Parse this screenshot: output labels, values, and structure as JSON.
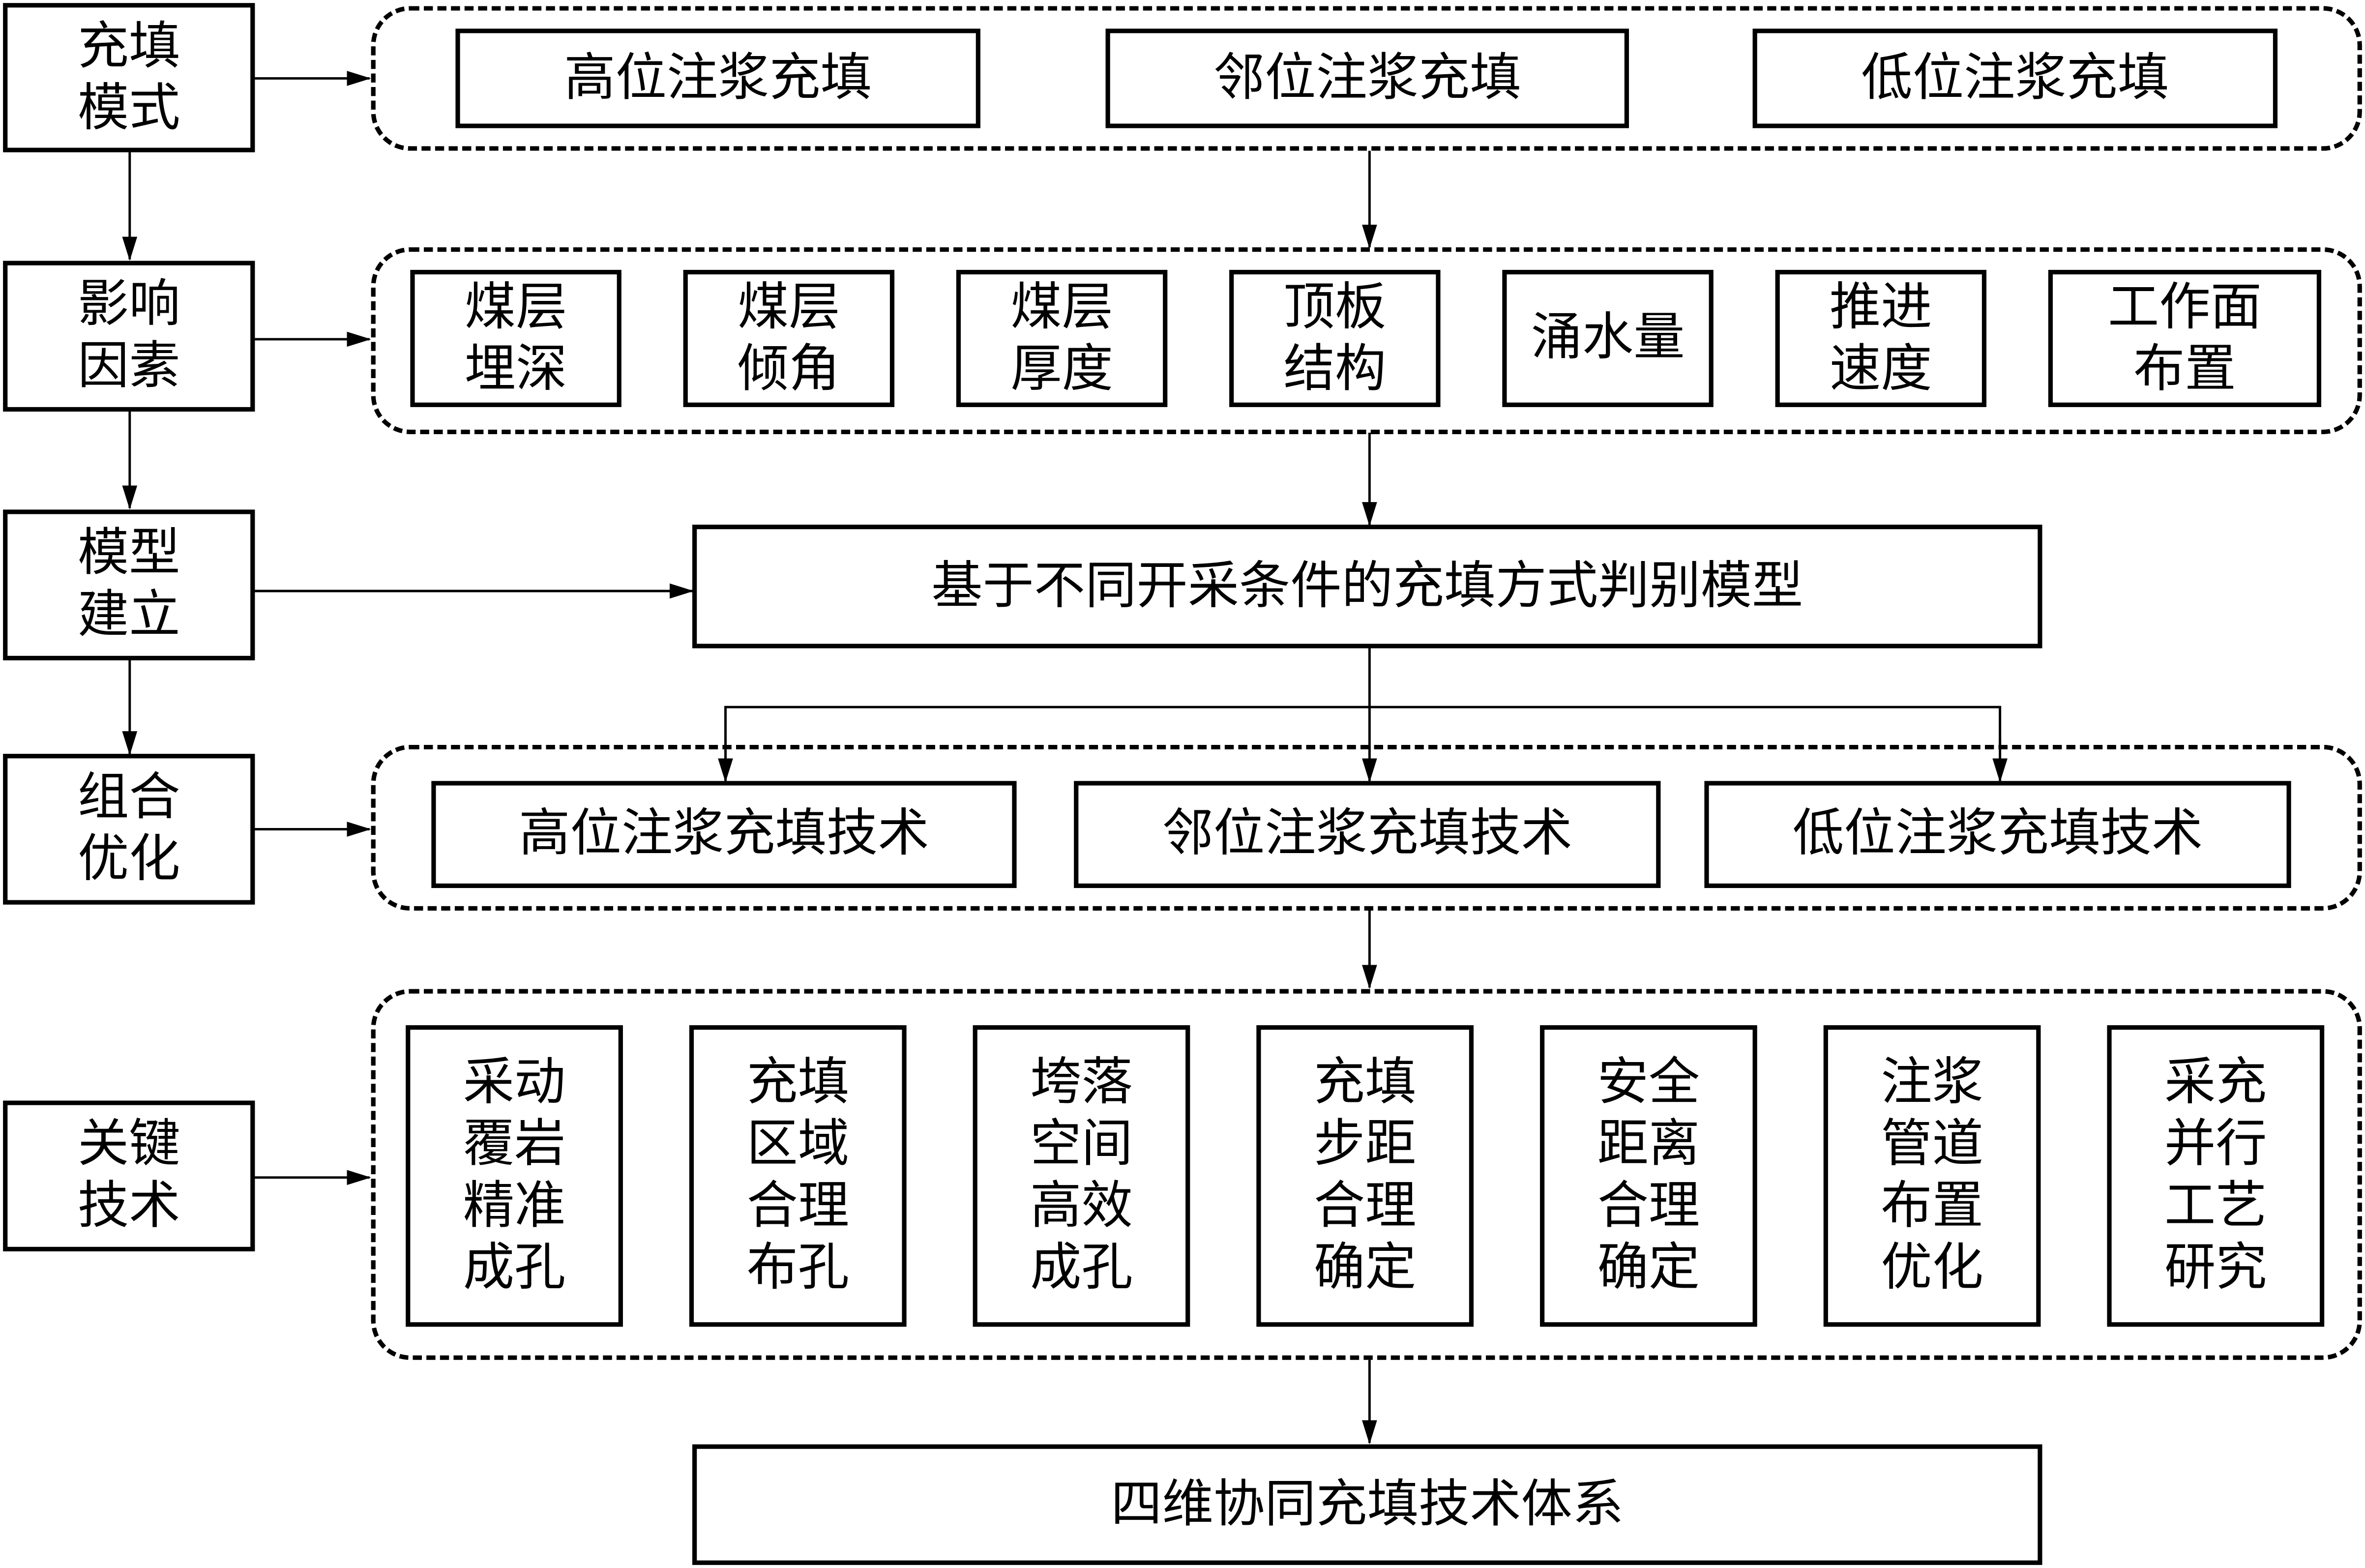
{
  "stages": [
    {
      "id": "fill-mode",
      "label": "充填\n模式"
    },
    {
      "id": "influence-factors",
      "label": "影响\n因素"
    },
    {
      "id": "model-building",
      "label": "模型\n建立"
    },
    {
      "id": "combined-optimization",
      "label": "组合\n优化"
    },
    {
      "id": "key-technology",
      "label": "关键\n技术"
    }
  ],
  "fill_modes": [
    "高位注浆充填",
    "邻位注浆充填",
    "低位注浆充填"
  ],
  "factors": [
    "煤层\n埋深",
    "煤层\n倾角",
    "煤层\n厚度",
    "顶板\n结构",
    "涌水量",
    "推进\n速度",
    "工作面\n布置"
  ],
  "model": {
    "label": "基于不同开采条件的充填方式判别模型"
  },
  "techniques": [
    "高位注浆充填技术",
    "邻位注浆充填技术",
    "低位注浆充填技术"
  ],
  "key_technologies": [
    "采动\n覆岩\n精准\n成孔",
    "充填\n区域\n合理\n布孔",
    "垮落\n空间\n高效\n成孔",
    "充填\n步距\n合理\n确定",
    "安全\n距离\n合理\n确定",
    "注浆\n管道\n布置\n优化",
    "采充\n并行\n工艺\n研究"
  ],
  "result": {
    "label": "四维协同充填技术体系"
  }
}
